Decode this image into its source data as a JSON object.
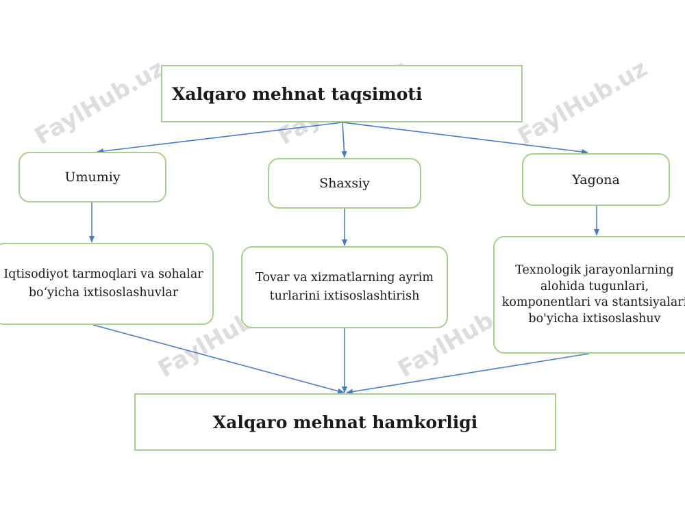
{
  "top_title": "Xalqaro mehnat taqsimoti",
  "bottom_title": "Xalqaro mehnat hamkorligi",
  "categories": {
    "umumiy": "Umumiy",
    "shaxsiy": "Shaxsiy",
    "yagona": "Yagona"
  },
  "details": {
    "umumiy": "Iqtisodiyot tarmoqlari va sohalar bo‘yicha ixtisoslashuvlar",
    "shaxsiy": "Tovar va xizmatlarning ayrim turlarini ixtisoslashtirish",
    "yagona": "Texnologik jarayonlarning alohida tugunlari, komponentlari va stantsiyalari bo'yicha ixtisoslashuv"
  },
  "watermark": "FaylHub.uz",
  "colors": {
    "box_border": "#a9cf8f",
    "arrow": "#4a7cc4",
    "watermark": "#b4b4b4"
  }
}
